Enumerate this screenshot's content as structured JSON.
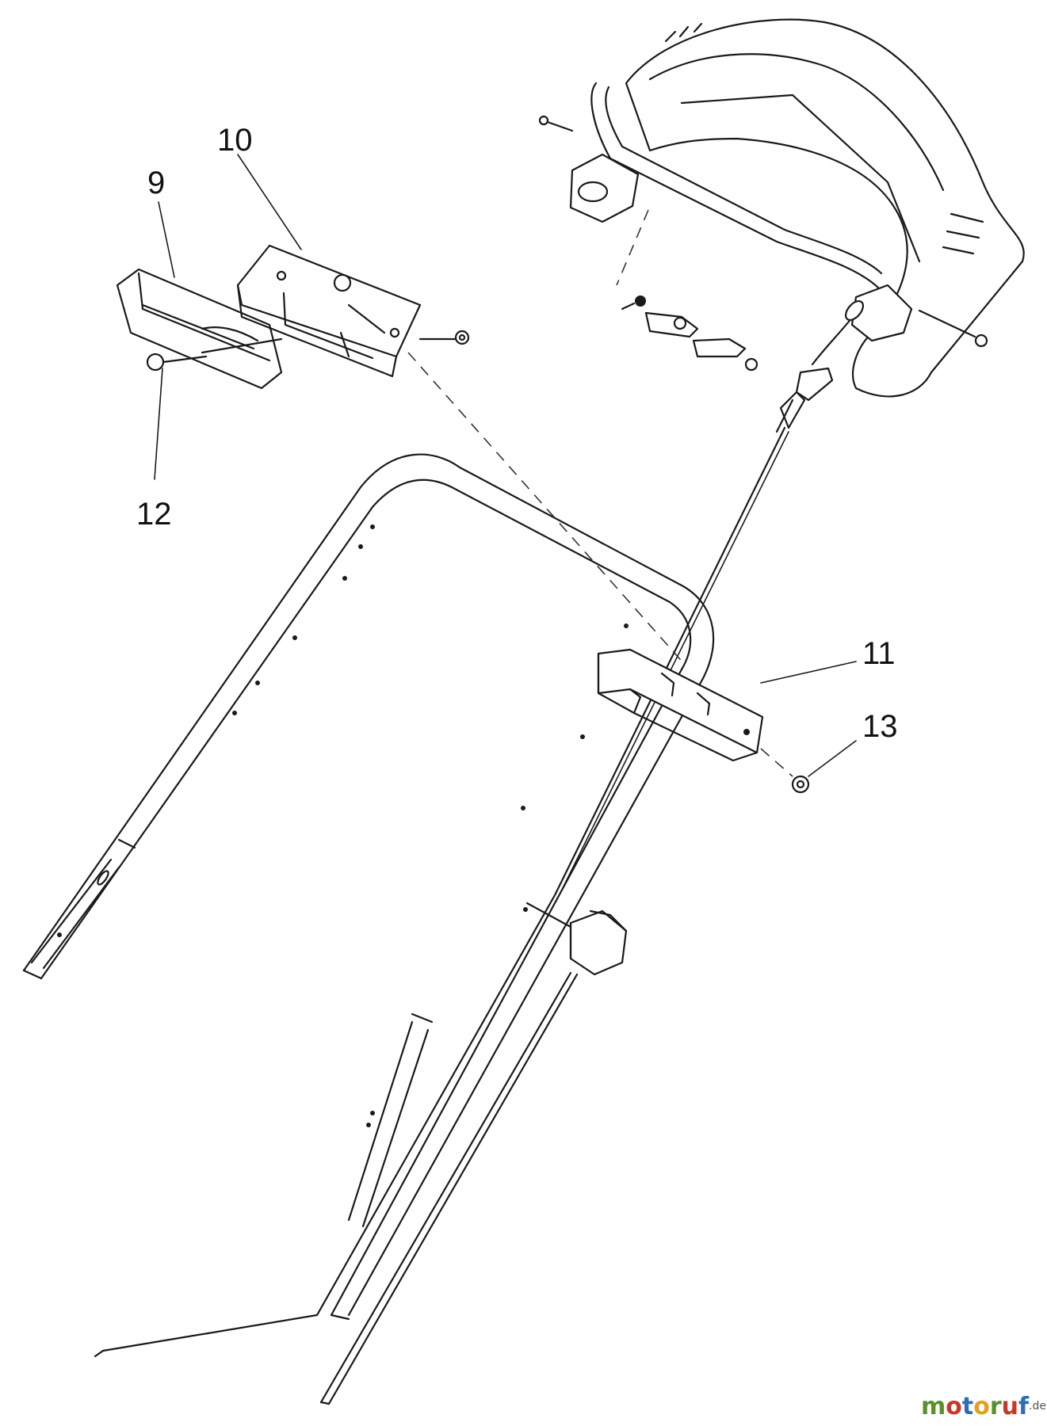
{
  "callouts": {
    "c9": "9",
    "c10": "10",
    "c11": "11",
    "c12": "12",
    "c13": "13"
  },
  "watermark": {
    "letters": [
      "m",
      "o",
      "t",
      "o",
      "r",
      "u",
      "f"
    ],
    "colors": [
      "#5a8f2e",
      "#c8382b",
      "#2f6db5",
      "#e0a020",
      "#5a8f2e",
      "#c8382b",
      "#2f6db5"
    ],
    "suffix": ".de"
  }
}
